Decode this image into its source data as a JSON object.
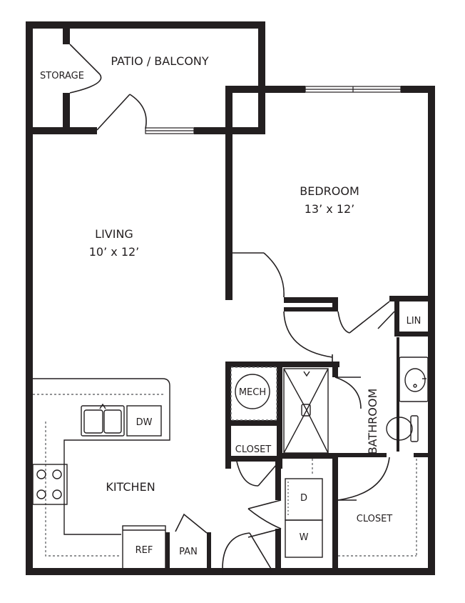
{
  "rooms": {
    "patio": {
      "name": "PATIO / BALCONY"
    },
    "storage": {
      "name": "STORAGE"
    },
    "living": {
      "name": "LIVING",
      "dims": "10’ x 12’"
    },
    "bedroom": {
      "name": "BEDROOM",
      "dims": "13’ x 12’"
    },
    "lin": {
      "name": "LIN"
    },
    "mech": {
      "name": "MECH"
    },
    "closet_small": {
      "name": "CLOSET"
    },
    "bathroom": {
      "name": "BATHROOM"
    },
    "kitchen": {
      "name": "KITCHEN"
    },
    "closet_bath": {
      "name": "CLOSET"
    },
    "dw": {
      "name": "DW"
    },
    "ref": {
      "name": "REF"
    },
    "pan": {
      "name": "PAN"
    },
    "dryer": {
      "name": "D"
    },
    "washer": {
      "name": "W"
    }
  },
  "colors": {
    "wall": "#231f20",
    "line": "#231f20",
    "dash": "#6d6e71",
    "background": "#ffffff"
  }
}
